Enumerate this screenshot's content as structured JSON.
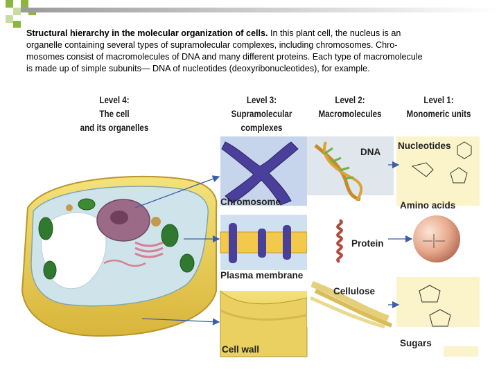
{
  "caption": {
    "title": "Structural hierarchy in the molecular organization of cells.",
    "lines": [
      " In this plant cell, the nucleus is an",
      "organelle containing several types of supramolecular complexes, including chromosomes. Chro-",
      "mosomes consist of macromolecules of DNA and many different proteins. Each type of macromolecule",
      "is made up of simple subunits— DNA of nucleotides (deoxyribonucleotides), for example."
    ]
  },
  "levels": {
    "level4": [
      "Level 4:",
      "The cell",
      "and its organelles"
    ],
    "level3": [
      "Level 3:",
      "Supramolecular",
      "complexes"
    ],
    "level2": [
      "Level 2:",
      "Macromolecules"
    ],
    "level1": [
      "Level 1:",
      "Monomeric units"
    ]
  },
  "labels": {
    "chromosome": "Chromosome",
    "plasma_membrane": "Plasma membrane",
    "cell_wall": "Cell wall",
    "dna": "DNA",
    "protein": "Protein",
    "cellulose": "Cellulose",
    "nucleotides": "Nucleotides",
    "amino_acids": "Amino acids",
    "sugars": "Sugars"
  },
  "colors": {
    "deco_green": "#8db63c",
    "deco_light": "#c6dca0",
    "arrow_blue": "#3b5fa8"
  }
}
